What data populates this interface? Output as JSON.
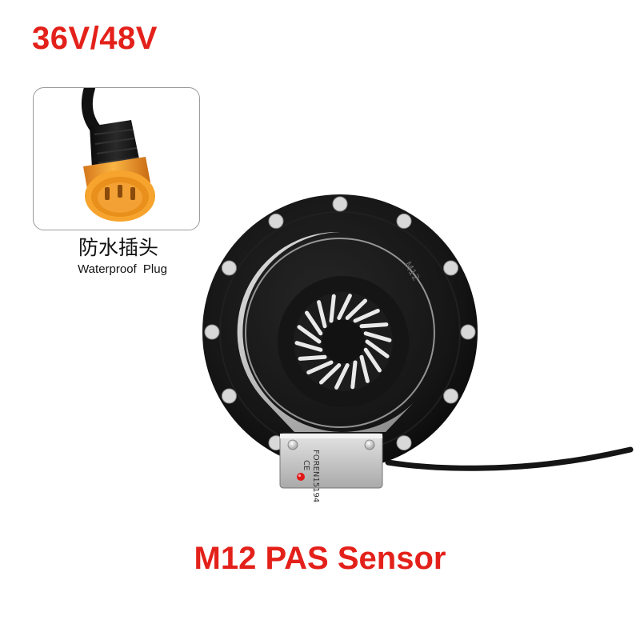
{
  "voltage_label": "36V/48V",
  "plug": {
    "caption_cn": "防水插头",
    "caption_en": "Waterproof  Plug"
  },
  "sensor_marking": "FOREN15194",
  "ring_marking": "M12",
  "product_title": "M12 PAS Sensor",
  "colors": {
    "title_red": "#e3211a",
    "plug_orange": "#f39a1d",
    "disc_black": "#141414",
    "bracket_silver": "#c9c9c9",
    "led_red": "#e01818"
  }
}
